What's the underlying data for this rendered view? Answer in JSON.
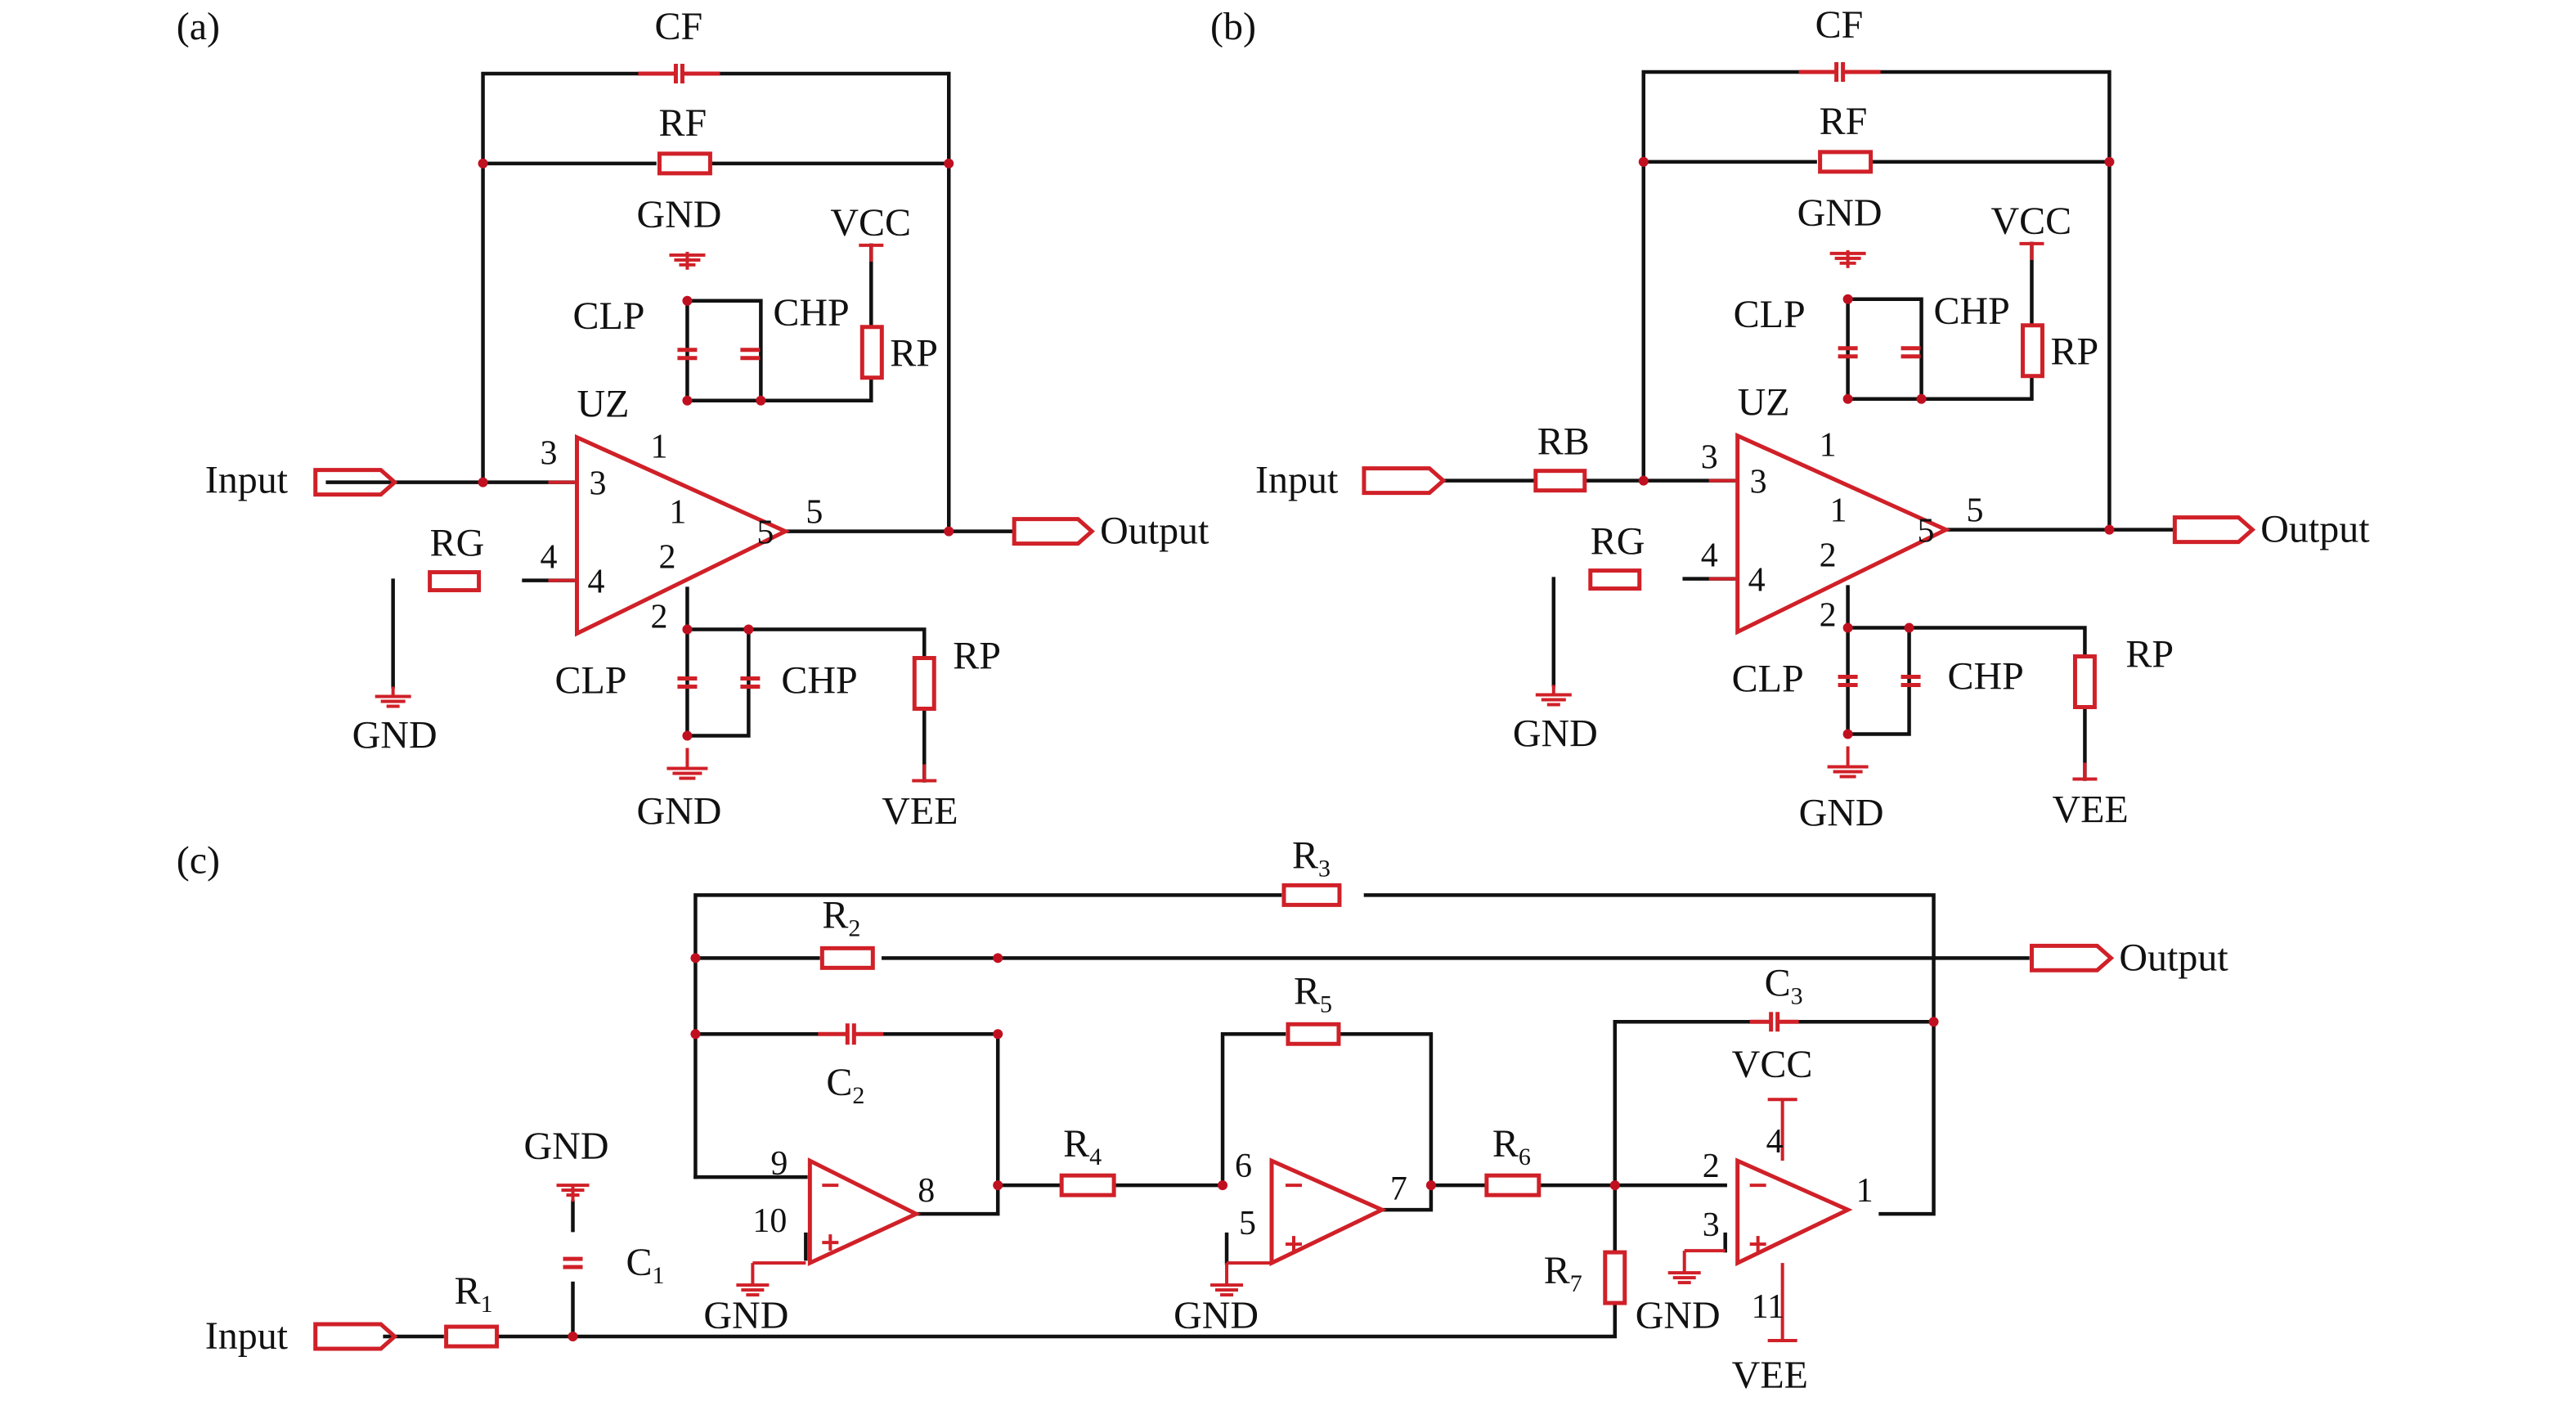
{
  "panels": {
    "a": {
      "tag": "(a)",
      "labels": {
        "cf": "CF",
        "rf": "RF",
        "gnd_top": "GND",
        "vcc": "VCC",
        "clp_top": "CLP",
        "chp_top": "CHP",
        "rp_top": "RP",
        "uz": "UZ",
        "input": "Input",
        "output": "Output",
        "rg": "RG",
        "gnd_rg": "GND",
        "clp_bot": "CLP",
        "chp_bot": "CHP",
        "rp_bot": "RP",
        "gnd_bot": "GND",
        "vee": "VEE"
      },
      "pins": {
        "p3_out": "3",
        "p3_in": "3",
        "p1_out": "1",
        "p1_in": "1",
        "p5_in": "5",
        "p5_out": "5",
        "p2_in": "2",
        "p2_out": "2",
        "p4_out": "4",
        "p4_in": "4"
      }
    },
    "b": {
      "tag": "(b)",
      "labels": {
        "cf": "CF",
        "rf": "RF",
        "gnd_top": "GND",
        "vcc": "VCC",
        "clp_top": "CLP",
        "chp_top": "CHP",
        "rp_top": "RP",
        "uz": "UZ",
        "rb": "RB",
        "input": "Input",
        "output": "Output",
        "rg": "RG",
        "gnd_rg": "GND",
        "clp_bot": "CLP",
        "chp_bot": "CHP",
        "rp_bot": "RP",
        "gnd_bot": "GND",
        "vee": "VEE"
      },
      "pins": {
        "p3_out": "3",
        "p3_in": "3",
        "p1_out": "1",
        "p1_in": "1",
        "p5_in": "5",
        "p5_out": "5",
        "p2_in": "2",
        "p2_out": "2",
        "p4_out": "4",
        "p4_in": "4"
      }
    },
    "c": {
      "tag": "(c)",
      "labels": {
        "r3": "R",
        "r3_sub": "3",
        "r2": "R",
        "r2_sub": "2",
        "c2": "C",
        "c2_sub": "2",
        "r5": "R",
        "r5_sub": "5",
        "c3": "C",
        "c3_sub": "3",
        "vcc": "VCC",
        "r4": "R",
        "r4_sub": "4",
        "r6": "R",
        "r6_sub": "6",
        "r7": "R",
        "r7_sub": "7",
        "r1": "R",
        "r1_sub": "1",
        "c1": "C",
        "c1_sub": "1",
        "gnd_c1": "GND",
        "gnd_u1": "GND",
        "gnd_u2": "GND",
        "gnd_u3": "GND",
        "vee": "VEE",
        "input": "Input",
        "output": "Output"
      },
      "pins": {
        "p9": "9",
        "p10": "10",
        "p8": "8",
        "p6": "6",
        "p5": "5",
        "p7": "7",
        "p2": "2",
        "p3": "3",
        "p4": "4",
        "p11": "11",
        "p1": "1"
      }
    }
  }
}
